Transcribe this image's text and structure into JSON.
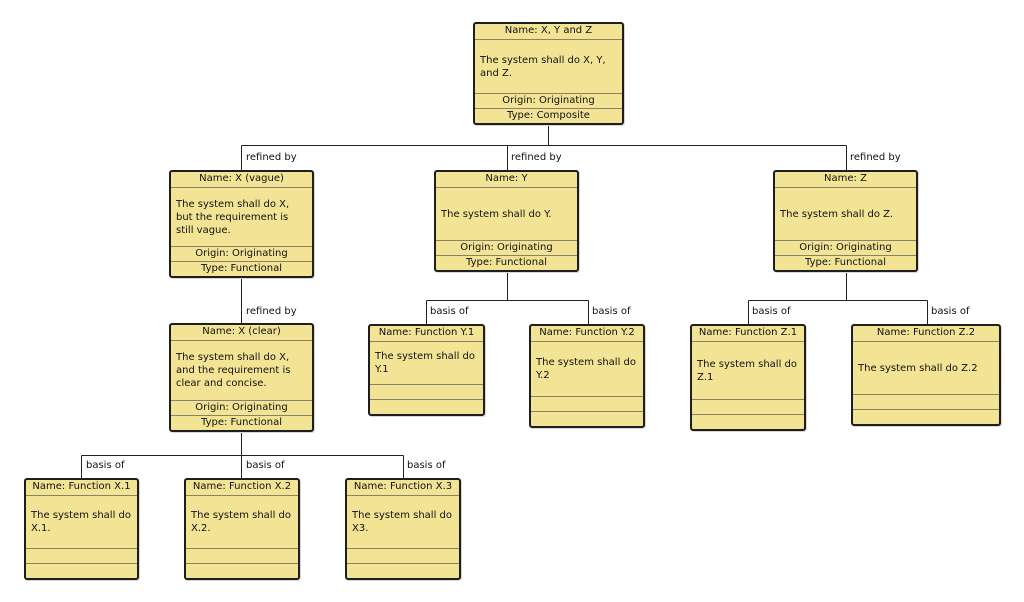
{
  "nodes": {
    "xyz": {
      "name": "Name: X, Y and Z",
      "text": "The system shall do X, Y, and Z.",
      "origin": "Origin: Originating",
      "type": "Type: Composite"
    },
    "x_vague": {
      "name": "Name: X (vague)",
      "text": "The system shall do X, but the requirement is still vague.",
      "origin": "Origin: Originating",
      "type": "Type: Functional"
    },
    "y": {
      "name": "Name: Y",
      "text": "The system shall do Y.",
      "origin": "Origin: Originating",
      "type": "Type: Functional"
    },
    "z": {
      "name": "Name: Z",
      "text": "The system shall do Z.",
      "origin": "Origin: Originating",
      "type": "Type: Functional"
    },
    "x_clear": {
      "name": "Name: X (clear)",
      "text": "The system shall do X, and the requirement is clear and concise.",
      "origin": "Origin: Originating",
      "type": "Type: Functional"
    },
    "fy1": {
      "name": "Name: Function Y.1",
      "text": "The system shall do Y.1",
      "origin": "",
      "type": ""
    },
    "fy2": {
      "name": "Name: Function Y.2",
      "text": "The system shall do Y.2",
      "origin": "",
      "type": ""
    },
    "fz1": {
      "name": "Name: Function Z.1",
      "text": "The system shall do Z.1",
      "origin": "",
      "type": ""
    },
    "fz2": {
      "name": "Name: Function Z.2",
      "text": "The system shall do Z.2",
      "origin": "",
      "type": ""
    },
    "fx1": {
      "name": "Name: Function X.1",
      "text": "The system shall do X.1.",
      "origin": "",
      "type": ""
    },
    "fx2": {
      "name": "Name: Function X.2",
      "text": "The system shall do X.2.",
      "origin": "",
      "type": ""
    },
    "fx3": {
      "name": "Name: Function X.3",
      "text": "The system shall do X3.",
      "origin": "",
      "type": ""
    }
  },
  "edges": [
    {
      "from": "xyz",
      "to": "x_vague",
      "label": "refined by"
    },
    {
      "from": "xyz",
      "to": "y",
      "label": "refined by"
    },
    {
      "from": "xyz",
      "to": "z",
      "label": "refined by"
    },
    {
      "from": "x_vague",
      "to": "x_clear",
      "label": "refined by"
    },
    {
      "from": "y",
      "to": "fy1",
      "label": "basis of"
    },
    {
      "from": "y",
      "to": "fy2",
      "label": "basis of"
    },
    {
      "from": "z",
      "to": "fz1",
      "label": "basis of"
    },
    {
      "from": "z",
      "to": "fz2",
      "label": "basis of"
    },
    {
      "from": "x_clear",
      "to": "fx1",
      "label": "basis of"
    },
    {
      "from": "x_clear",
      "to": "fx2",
      "label": "basis of"
    },
    {
      "from": "x_clear",
      "to": "fx3",
      "label": "basis of"
    }
  ],
  "colors": {
    "node_fill": "#f2e494",
    "node_border": "#1e1e1e",
    "line": "#222222"
  }
}
